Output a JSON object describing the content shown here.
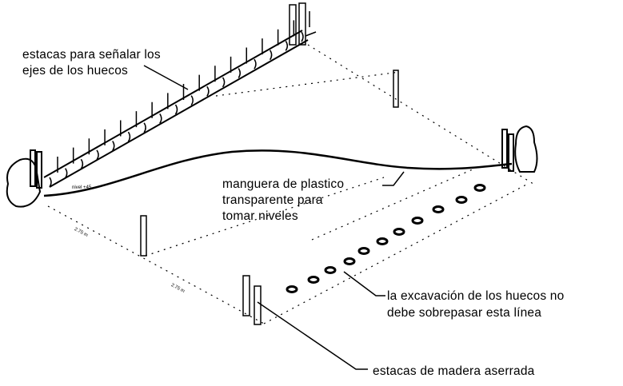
{
  "labels": {
    "stakes_axes": [
      "estacas para señalar los",
      "ejes de los huecos"
    ],
    "hose": [
      "manguera de plastico",
      "transparente para",
      "tomar niveles"
    ],
    "excavation": [
      "la excavación de los huecos no",
      "debe sobrepasar esta línea"
    ],
    "wood_stakes": "estacas de madera aserrada"
  },
  "small_annotations": {
    "level": "nivel +45",
    "dimension_1": "2.75 m",
    "dimension_2": "2.75 m"
  },
  "colors": {
    "ink": "#000000",
    "paper": "#ffffff"
  }
}
